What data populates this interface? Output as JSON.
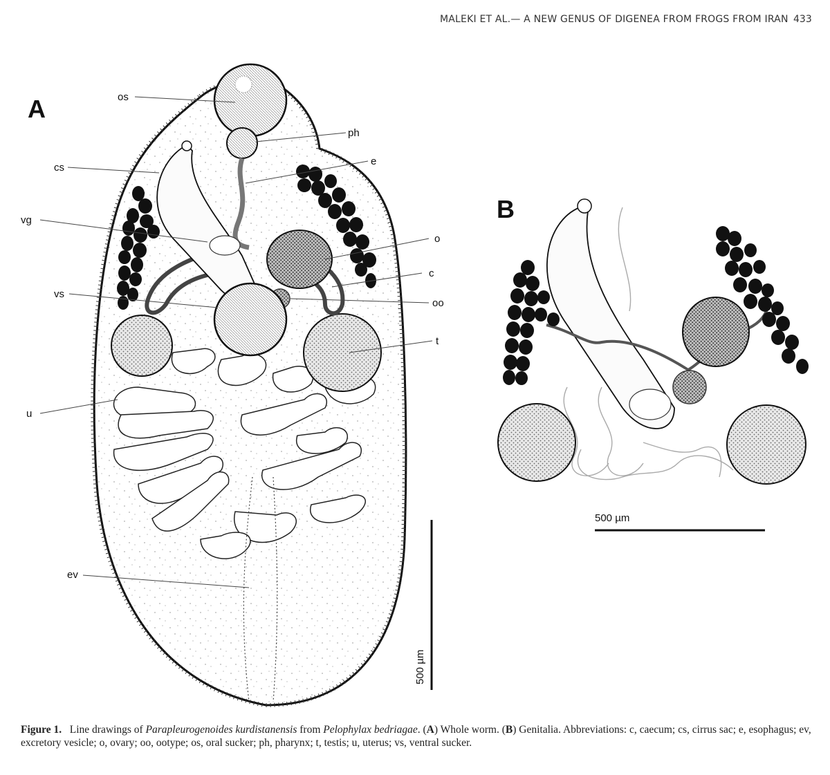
{
  "header": {
    "running_title": "MALEKI ET AL.— A NEW GENUS OF DIGENEA FROM FROGS FROM IRAN",
    "page_number": "433"
  },
  "figure": {
    "panel_a": {
      "letter": "A",
      "labels": {
        "os": "os",
        "ph": "ph",
        "cs": "cs",
        "e": "e",
        "vg": "vg",
        "o": "o",
        "c": "c",
        "vs": "vs",
        "oo": "oo",
        "t": "t",
        "u": "u",
        "ev": "ev"
      },
      "scale_bar": "500 µm"
    },
    "panel_b": {
      "letter": "B",
      "scale_bar": "500 µm"
    }
  },
  "caption": {
    "figure_no": "Figure 1.",
    "t1": "Line drawings of ",
    "genus": "Parapleurogenoides kurdistanensis",
    "t2": " from ",
    "host": "Pelophylax bedriagae",
    "t3": ". (",
    "a": "A",
    "t4": ") Whole worm. (",
    "b": "B",
    "t5": ") Genitalia. Abbreviations: c, caecum; cs, cirrus sac; e, esophagus; ev, excretory vesicle; o, ovary; oo, ootype; os, oral sucker; ph, pharynx; t, testis; u, uterus; vs, ventral sucker."
  }
}
